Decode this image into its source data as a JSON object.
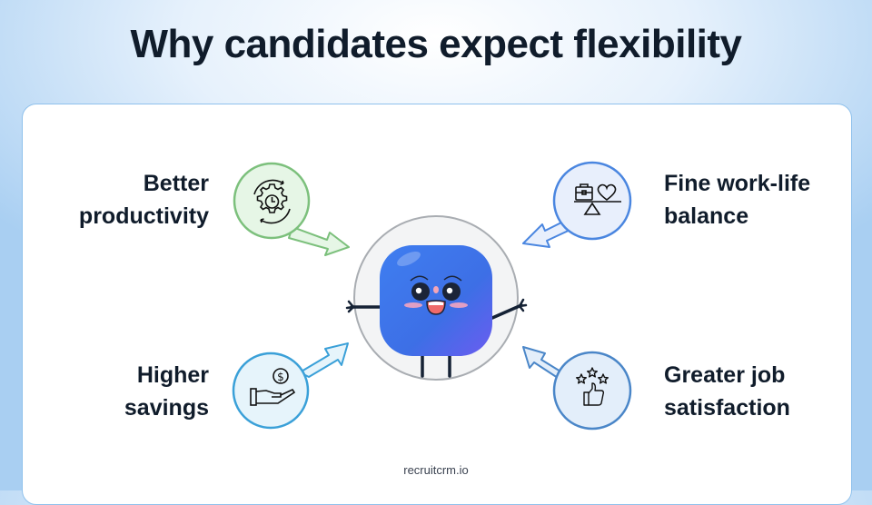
{
  "title": "Why candidates expect flexibility",
  "footer": "recruitcrm.io",
  "center": {
    "icon": "mascot-blue-square-character",
    "circle_color": "#f3f4f5",
    "body_color": "#3f73e6"
  },
  "items": [
    {
      "id": "productivity",
      "line1": "Better",
      "line2": "productivity",
      "icon": "gear-clock-icon",
      "color": "#7cc07c",
      "fill": "#e6f6e6",
      "position": "top-left"
    },
    {
      "id": "work-life",
      "line1": "Fine work-life",
      "line2": "balance",
      "icon": "scale-briefcase-heart-icon",
      "color": "#4a86e0",
      "fill": "#e8effc",
      "position": "top-right"
    },
    {
      "id": "savings",
      "line1": "Higher",
      "line2": "savings",
      "icon": "hand-dollar-coin-icon",
      "color": "#3aa0d8",
      "fill": "#e6f4fb",
      "position": "bottom-left"
    },
    {
      "id": "satisfaction",
      "line1": "Greater job",
      "line2": "satisfaction",
      "icon": "stars-thumbs-up-icon",
      "color": "#4a86c8",
      "fill": "#e3eefa",
      "position": "bottom-right"
    }
  ]
}
